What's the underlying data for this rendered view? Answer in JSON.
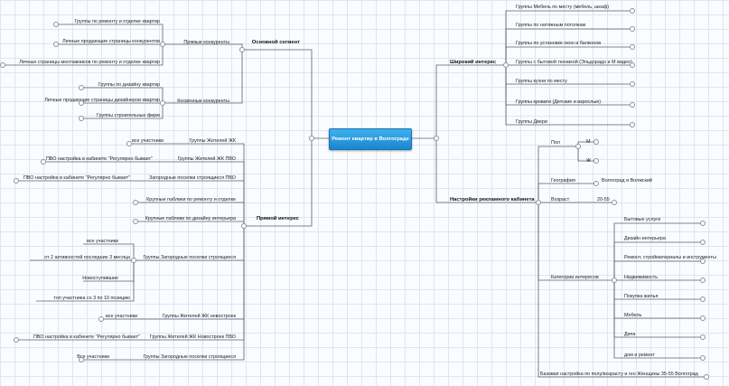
{
  "root": "Ремонт квартир в Волгограде",
  "left": {
    "main_segment": {
      "label": "Основной сегмент",
      "direct": {
        "label": "Прямые конкуренты",
        "items": [
          "Группы по ремонту и отделке квартир",
          "Личные продающие страницы конкурентов",
          "Личные страницы монтажников по ремонту и отделке квартир"
        ]
      },
      "indirect": {
        "label": "Косвенные конкуренты",
        "items": [
          "Группы по дизайну квартир",
          "Личные продающие страницы дизайнеров квартир",
          "Группы строительных фирм"
        ]
      }
    },
    "direct_interest": {
      "label": "Прямой интерес",
      "items": [
        {
          "label": "Группы Жителей ЖК",
          "child": "все участники"
        },
        {
          "label": "Группы Жителей ЖК ПВО",
          "child": "ПВО настройка в кабинете \"Регулярно бывает\""
        },
        {
          "label": "Загородные поселки строящиеся ПВО",
          "child": "ПВО настройка в кабинете \"Регулярно бывает\""
        },
        {
          "label": "Крупные паблики по ремонту и отделке"
        },
        {
          "label": "Крупные паблики по дизайну интерьера"
        },
        {
          "label": "Группы Загородные поселки строящиеся",
          "children": [
            "все участники",
            "от 2 активностей последние 3 месяца",
            "Новоступившие",
            "топ участника со 3 по 10 позицию"
          ]
        },
        {
          "label": "Группы Жителей ЖК новостроек",
          "child": "все участники"
        },
        {
          "label": "Группы Жителей ЖК Новостроек ПВО",
          "child": "ПВО настройка в кабинете \"Регулярно бывает\""
        },
        {
          "label": "Группы Загородные поселки строящиеся",
          "child": "Все участники"
        }
      ]
    }
  },
  "right": {
    "broad_interest": {
      "label": "Широкий интерес",
      "items": [
        "Группы Мебель по месту (мебель, шкаф)",
        "Группы по натяжным потолкам",
        "Группы по установке окон и балконов",
        "Группы с бытовой техникой (Эльдорадо и М видео)",
        "Группы кухни по месту",
        "Группы кровати (Детские и взрослые)",
        "Группы Двери"
      ]
    },
    "ad_settings": {
      "label": "Настройки рекламного кабинета",
      "gender": {
        "label": "Пол",
        "values": [
          "М",
          "Ж"
        ]
      },
      "geo": {
        "label": "География",
        "value": "Волгоград и Волжский"
      },
      "age": {
        "label": "Возраст",
        "value": "20-55"
      },
      "interests": {
        "label": "Категории интересов",
        "items": [
          "Бытовые услуги",
          "Дизайн интерьера",
          "Ремонт, стройматериалы и инструменты",
          "Недвижимость",
          "Покупка жилья",
          "Мебель",
          "Дача",
          "дом и ремонт"
        ]
      },
      "base": "Базовая настройка по полу/возрасту и гео Женщины 35-55 Волгоград"
    }
  }
}
